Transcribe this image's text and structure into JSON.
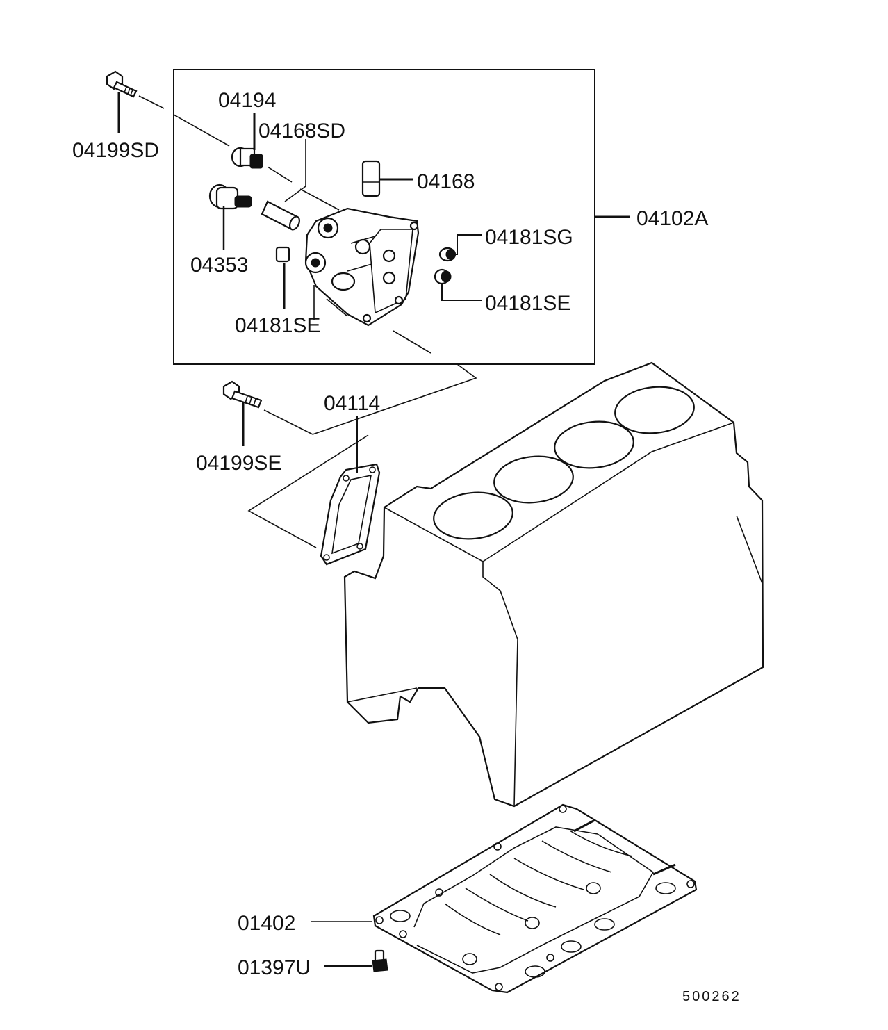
{
  "diagram": {
    "labels": {
      "p04194": "04194",
      "p04168SD": "04168SD",
      "p04199SD": "04199SD",
      "p04168": "04168",
      "p04102A": "04102A",
      "p04181SG": "04181SG",
      "p04181SE_right": "04181SE",
      "p04353": "04353",
      "p04181SE_center": "04181SE",
      "p04114": "04114",
      "p04199SE": "04199SE",
      "p01402": "01402",
      "p01397U": "01397U"
    },
    "figure_code": "500262"
  }
}
